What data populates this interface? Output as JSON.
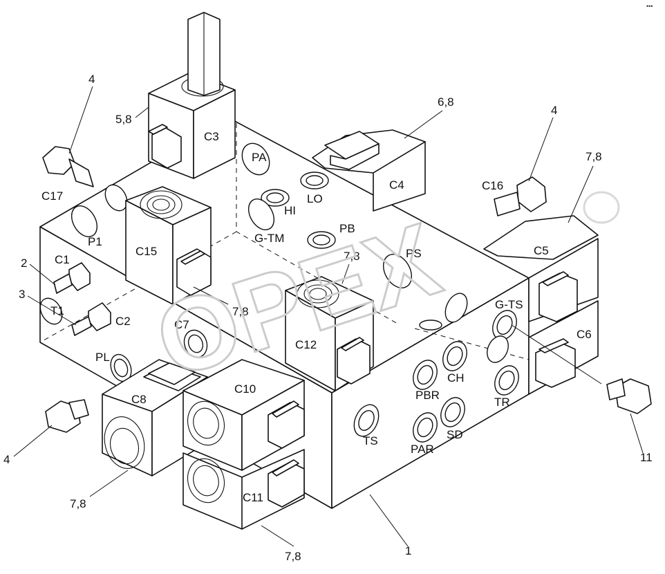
{
  "diagram": {
    "port_labels": {
      "pa": "PA",
      "hi": "HI",
      "lo": "LO",
      "pb": "PB",
      "ps": "PS",
      "gtm": "G-TM",
      "gts": "G-TS",
      "p1": "P1",
      "t1": "T1",
      "pl": "PL",
      "ch": "CH",
      "pbr": "PBR",
      "tr": "TR",
      "sd": "SD",
      "par": "PAR",
      "ts": "TS"
    },
    "component_labels": {
      "c1": "C1",
      "c2": "C2",
      "c3": "C3",
      "c4": "C4",
      "c5": "C5",
      "c6": "C6",
      "c7": "C7",
      "c8": "C8",
      "c10": "C10",
      "c11": "C11",
      "c12": "C12",
      "c15": "C15",
      "c16": "C16",
      "c17": "C17"
    },
    "callouts": {
      "plug_left_top": "4",
      "plug_right_top": "4",
      "plug_left_bottom": "4",
      "fitting_c1": "2",
      "fitting_c2": "3",
      "valve_c3": "5,8",
      "valve_c4": "6,8",
      "valve_c5": "7,8",
      "valve_c15": "7,8",
      "valve_c12": "7,8",
      "valve_c8": "7,8",
      "valve_c11": "7,8",
      "body": "1",
      "plug_right": "11"
    },
    "watermark": "OPEX",
    "corner_mark": "•••"
  }
}
